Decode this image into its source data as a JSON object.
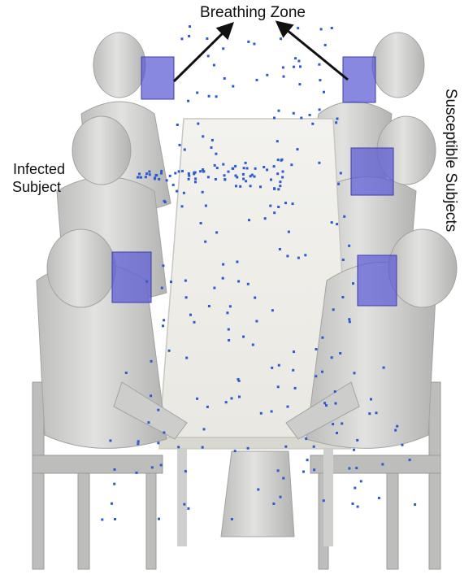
{
  "labels": {
    "breathing_zone": "Breathing Zone",
    "infected_line1": "Infected",
    "infected_line2": "Subject",
    "susceptible": "Susceptible Subjects"
  },
  "colors": {
    "background": "#ffffff",
    "figure": "#d6d6d4",
    "figure_shade": "#a9a9a7",
    "table_top": "#efeee9",
    "chair": "#bdbdbb",
    "breathing_zone_box": "#5a5ad6",
    "particle": "#2b5bd1",
    "arrow": "#111111"
  }
}
